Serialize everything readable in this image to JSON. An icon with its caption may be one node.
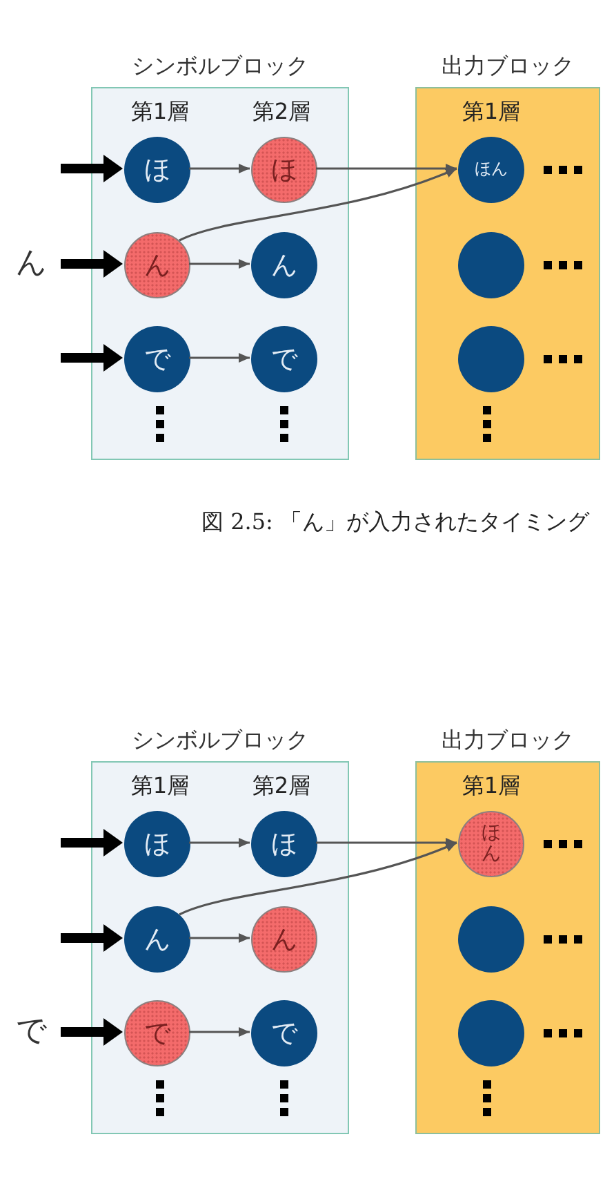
{
  "diagram": {
    "caption": "図 2.5: 「ん」が入力されたタイミング",
    "nodes": [
      {
        "text": [
          "シンボルブロック",
          "第1層",
          "第2層"
        ]
      },
      {
        "text": [
          "ほ"
        ],
        "in": 0
      },
      {
        "text": [
          "ほ"
        ],
        "in": 0
      },
      {
        "text": [
          "ん"
        ],
        "in": 0
      },
      {
        "text": [
          "ん"
        ],
        "in": 0
      },
      {
        "text": [
          "で"
        ],
        "in": 0
      },
      {
        "text": [
          "で"
        ],
        "in": 0
      },
      {
        "text": [
          "出力ブロック",
          "第1層"
        ]
      },
      {
        "text": [
          "ほん"
        ],
        "in": 7
      },
      {
        "text": [],
        "shape": "circle",
        "in": 7
      },
      {
        "text": [],
        "shape": "circle",
        "in": 7
      },
      {
        "text": [
          "ん"
        ]
      },
      {
        "text": [
          "シンボルブロック",
          "第1層",
          "第2層"
        ]
      },
      {
        "text": [
          "ほ"
        ],
        "in": 12
      },
      {
        "text": [
          "ほ"
        ],
        "in": 12
      },
      {
        "text": [
          "ん"
        ],
        "in": 12
      },
      {
        "text": [
          "ん"
        ],
        "in": 12
      },
      {
        "text": [
          "で"
        ],
        "in": 12
      },
      {
        "text": [
          "で"
        ],
        "in": 12
      },
      {
        "text": [
          "出力ブロック",
          "第1層"
        ]
      },
      {
        "text": [
          "ほん"
        ],
        "in": 19
      },
      {
        "text": [],
        "shape": "circle",
        "in": 19
      },
      {
        "text": [],
        "shape": "circle",
        "in": 19
      },
      {
        "text": [
          "で"
        ]
      }
    ],
    "edges": [
      {
        "from": null,
        "to": 1,
        "arrow": "to",
        "style": "thick",
        "color": "#000000"
      },
      {
        "from": 11,
        "to": 3,
        "arrow": "to",
        "style": "thick",
        "color": "#000000"
      },
      {
        "from": null,
        "to": 5,
        "arrow": "to",
        "style": "thick",
        "color": "#000000"
      },
      {
        "from": 1,
        "to": 2,
        "arrow": "to"
      },
      {
        "from": 3,
        "to": 4,
        "arrow": "to"
      },
      {
        "from": 5,
        "to": 6,
        "arrow": "to"
      },
      {
        "from": 2,
        "to": 8,
        "arrow": "to"
      },
      {
        "from": 3,
        "to": 8,
        "arrow": "to"
      },
      {
        "from": null,
        "to": 13,
        "arrow": "to",
        "style": "thick",
        "color": "#000000"
      },
      {
        "from": null,
        "to": 15,
        "arrow": "to",
        "style": "thick",
        "color": "#000000"
      },
      {
        "from": 23,
        "to": 17,
        "arrow": "to",
        "style": "thick",
        "color": "#000000"
      },
      {
        "from": 13,
        "to": 14,
        "arrow": "to"
      },
      {
        "from": 15,
        "to": 16,
        "arrow": "to"
      },
      {
        "from": 17,
        "to": 18,
        "arrow": "to"
      },
      {
        "from": 14,
        "to": 20,
        "arrow": "to"
      },
      {
        "from": 15,
        "to": 20,
        "arrow": "to"
      }
    ]
  }
}
